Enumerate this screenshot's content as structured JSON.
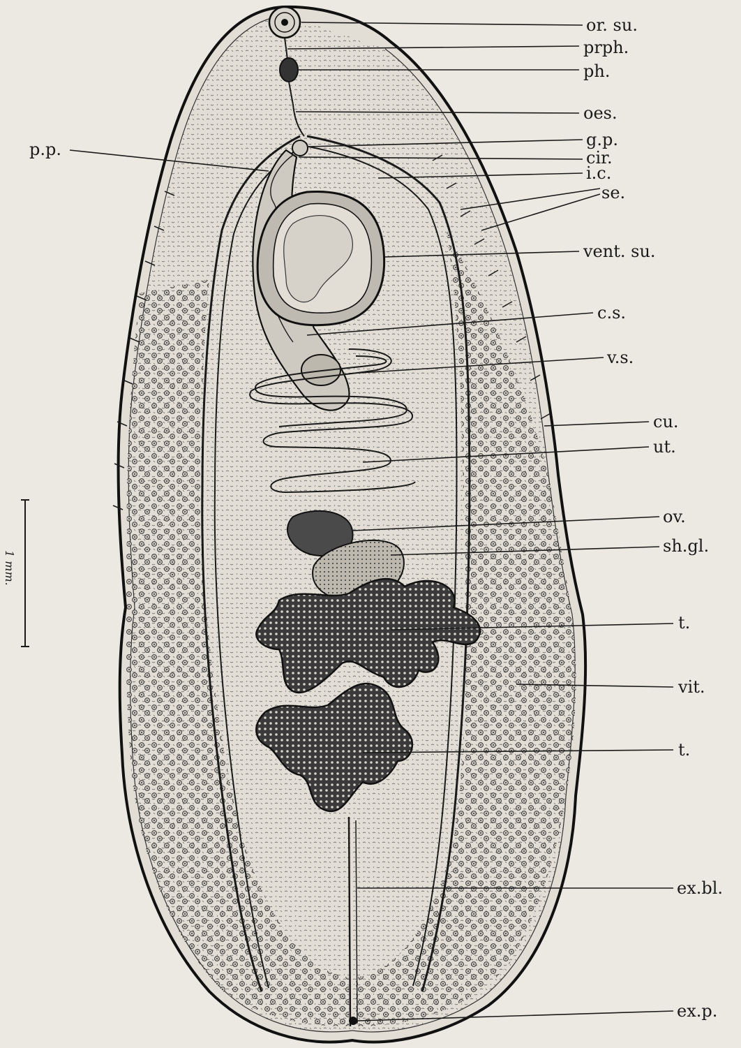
{
  "labels": {
    "or_su": "or. su.",
    "prph": "prph.",
    "ph": "ph.",
    "oes": "oes.",
    "gp": "g.p.",
    "cir": "cir.",
    "ic": "i.c.",
    "se": "se.",
    "vent_su": "vent. su.",
    "cs": "c.s.",
    "vs": "v.s.",
    "cu": "cu.",
    "ut": "ut.",
    "ov": "ov.",
    "sh_gl": "sh.gl.",
    "t1": "t.",
    "vit": "vit.",
    "t2": "t.",
    "ex_bl": "ex.bl.",
    "ex_p": "ex.p.",
    "pp": "p.p."
  },
  "scale_bar": {
    "label": "1 mm."
  },
  "colors": {
    "paper": "#ece9e3",
    "ink": "#1a1a1a",
    "body_fill": "#e2ded6"
  }
}
